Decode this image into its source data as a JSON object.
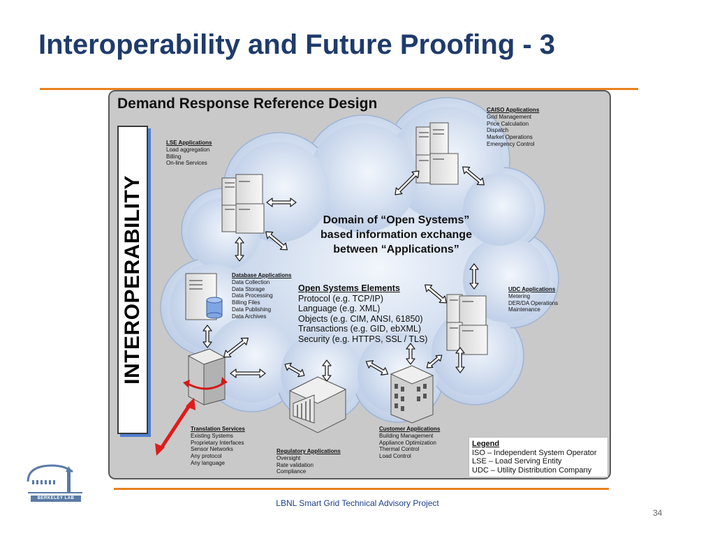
{
  "slide": {
    "title": "Interoperability and Future Proofing - 3",
    "footer": "LBNL Smart Grid Technical Advisory Project",
    "page_number": "34",
    "logo_text": "BERKELEY LAB"
  },
  "diagram": {
    "title": "Demand Response Reference Design",
    "side_label": "INTEROPERABILITY",
    "domain_lines": [
      "Domain of “Open Systems”",
      "based information exchange",
      "between “Applications”"
    ],
    "caiso": {
      "heading": "CAISO Applications",
      "items": [
        "Grid Management",
        "Price Calculation",
        "Dispatch",
        "Market Operations",
        "Emergency Control"
      ]
    },
    "lse": {
      "heading": "LSE Applications",
      "items": [
        "Load aggregation",
        "Billing",
        "On-line Services"
      ]
    },
    "database": {
      "heading": "Database Applications",
      "items": [
        "Data Collection",
        "Data Storage",
        "Data Processing",
        "Billing Files",
        "Data Publishing",
        "Data Archives"
      ]
    },
    "udc": {
      "heading": "UDC Applications",
      "items": [
        "Metering",
        "DER/DA Operations",
        "Maintenance"
      ]
    },
    "open_systems": {
      "heading": "Open Systems Elements",
      "items": [
        "Protocol (e.g. TCP/IP)",
        "Language (e.g. XML)",
        "Objects (e.g. CIM, ANSI, 61850)",
        "Transactions (e.g. GID, ebXML)",
        "Security (e.g. HTTPS, SSL / TLS)"
      ]
    },
    "translation": {
      "heading": "Translation Services",
      "items": [
        "Existing Systems",
        "Proprietary Interfaces",
        "Sensor Networks",
        "Any protocol",
        "Any language"
      ]
    },
    "regulatory": {
      "heading": "Regulatory Applications",
      "items": [
        "Oversight",
        "Rate validation",
        "Compliance"
      ]
    },
    "customer": {
      "heading": "Customer Applications",
      "items": [
        "Building Management",
        "Appliance Optimization",
        "Thermal Control",
        "Load Control"
      ]
    },
    "legend": {
      "heading": "Legend",
      "items": [
        "ISO – Independent System Operator",
        "LSE – Load Serving Entity",
        "UDC – Utility Distribution Company"
      ]
    }
  },
  "colors": {
    "title": "#1f3b6b",
    "rule": "#e8811f",
    "cloud": "#cfdcee",
    "cloud_edge": "#9fb4d4",
    "translation_arrow": "#e01b1b",
    "footer": "#1e3f8a"
  }
}
